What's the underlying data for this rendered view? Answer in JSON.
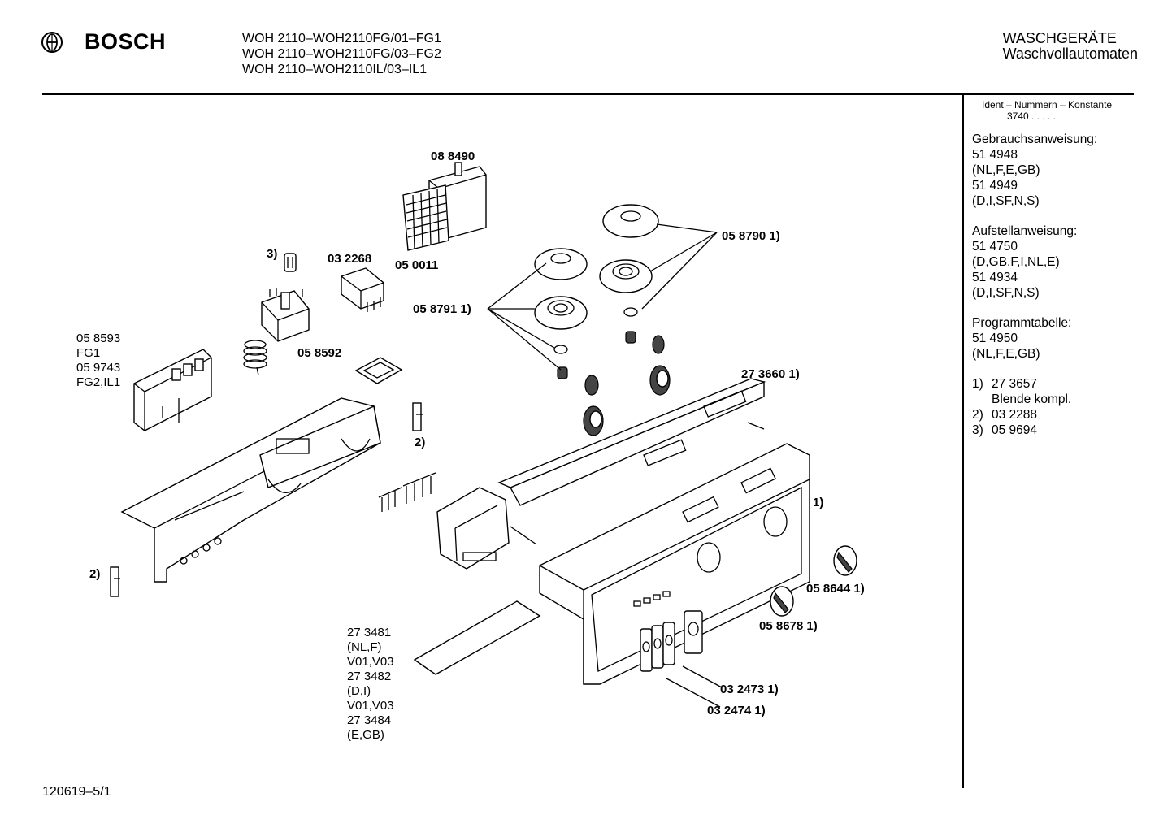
{
  "header": {
    "brand": "BOSCH",
    "models": [
      "WOH 2110–WOH2110FG/01–FG1",
      "WOH 2110–WOH2110FG/03–FG2",
      "WOH 2110–WOH2110IL/03–IL1"
    ],
    "category_line1": "WASCHGERÄTE",
    "category_line2": "Waschvollautomaten"
  },
  "sidebar": {
    "ident_title": "Ident – Nummern – Konstante",
    "ident_value": "3740 . . . . .",
    "gebrauch": {
      "title": "Gebrauchsanweisung:",
      "lines": [
        "51 4948",
        "(NL,F,E,GB)",
        "51 4949",
        "(D,I,SF,N,S)"
      ]
    },
    "aufstell": {
      "title": "Aufstellanweisung:",
      "lines": [
        "51 4750",
        "(D,GB,F,I,NL,E)",
        "51 4934",
        "(D,I,SF,N,S)"
      ]
    },
    "programm": {
      "title": "Programmtabelle:",
      "lines": [
        "51 4950",
        "(NL,F,E,GB)"
      ]
    },
    "footnotes": [
      {
        "num": "1)",
        "text": "27 3657"
      },
      {
        "num": "",
        "text": "Blende kompl."
      },
      {
        "num": "2)",
        "text": "03 2288"
      },
      {
        "num": "3)",
        "text": "05 9694"
      }
    ]
  },
  "labels": {
    "p088490": "08 8490",
    "p050011": "05 0011",
    "p032268": "03 2268",
    "fn3": "3)",
    "p058592": "05 8592",
    "p058790": "05 8790 1)",
    "p058791": "05 8791 1)",
    "p273660": "27 3660 1)",
    "fn1": "1)",
    "fn2a": "2)",
    "fn2b": "2)",
    "p058644": "05 8644 1)",
    "p058678": "05 8678 1)",
    "p032473": "03 2473 1)",
    "p032474": "03 2474 1)",
    "left_block": "05 8593\nFG1\n05 9743\nFG2,IL1",
    "bottom_block": "27 3481\n(NL,F)\nV01,V03\n27 3482\n(D,I)\nV01,V03\n27 3484\n(E,GB)"
  },
  "footer": {
    "code": "120619–5/1"
  }
}
